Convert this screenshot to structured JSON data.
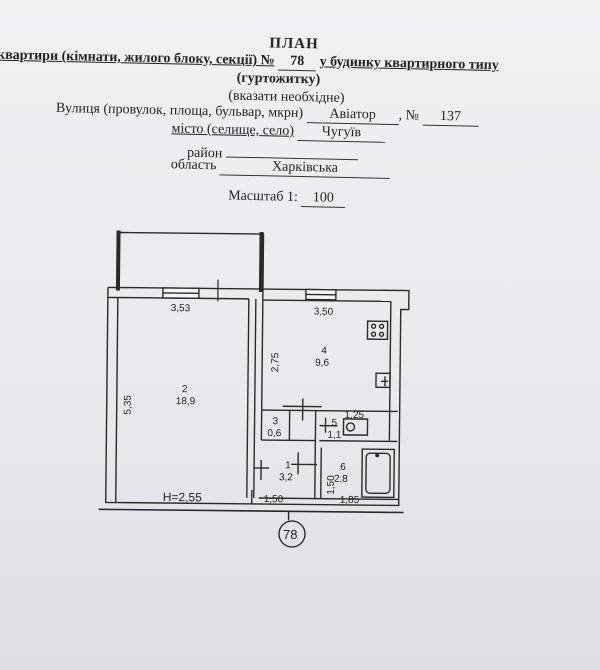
{
  "header": {
    "title": "ПЛАН",
    "line1_prefix": "квартири (кімнати, жилого блоку, секції) №",
    "apartment_no": "78",
    "line1_suffix": "у будинку квартирного типу",
    "line2": "(гуртожитку)",
    "note": "(вказати необхідне)",
    "street_label": "Вулиця (провулок, площа, бульвар, мкрн)",
    "street_value": "Авіатор",
    "house_label": ", №",
    "house_value": "137",
    "city_label": "місто (селище, село)",
    "city_value": "Чугуїв",
    "district_label": "район",
    "district_value": "",
    "region_label": "область",
    "region_value": "Харківська",
    "scale_label": "Масштаб 1:",
    "scale_value": "100"
  },
  "plan": {
    "rooms": [
      {
        "number": "1",
        "area": "3,2"
      },
      {
        "number": "2",
        "area": "18,9"
      },
      {
        "number": "3",
        "area": "0,6"
      },
      {
        "number": "4",
        "area": "9,6"
      },
      {
        "number": "5",
        "area": "1,1"
      },
      {
        "number": "6",
        "area": "2,8"
      }
    ],
    "dimensions": {
      "room2_width": "3,53",
      "room2_length": "5,35",
      "room4_width": "3,50",
      "room4_length": "2,75",
      "room5_width": "1,25",
      "room6_width": "1,85",
      "room6_length": "1,50",
      "corridor_width": "1,50"
    },
    "ceiling_height": "H=2,55",
    "apartment_marker": "78"
  }
}
